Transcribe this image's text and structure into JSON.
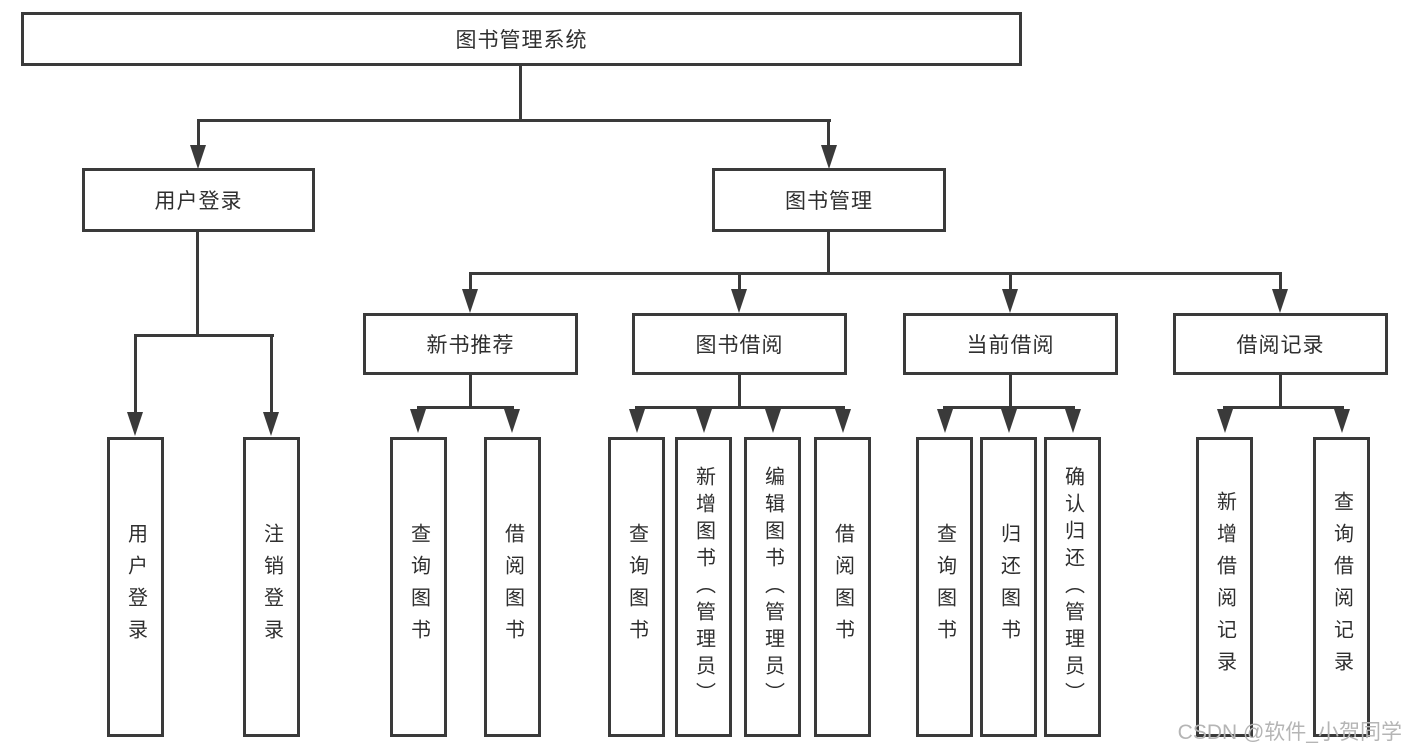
{
  "colors": {
    "line": "#3a3a3a",
    "box_border": "#3a3a3a",
    "text": "#2f2f2f",
    "background": "#ffffff",
    "watermark": "#b5b5b5"
  },
  "watermark": {
    "text": "CSDN @软件_小贺同学"
  },
  "tree": {
    "root": {
      "label": "图书管理系统"
    },
    "children": [
      {
        "label": "用户登录",
        "children": [
          {
            "label": "用户登录"
          },
          {
            "label": "注销登录"
          }
        ]
      },
      {
        "label": "图书管理",
        "children": [
          {
            "label": "新书推荐",
            "children": [
              {
                "label": "查询图书"
              },
              {
                "label": "借阅图书"
              }
            ]
          },
          {
            "label": "图书借阅",
            "children": [
              {
                "label": "查询图书"
              },
              {
                "label": "新增图书（管理员）"
              },
              {
                "label": "编辑图书（管理员）"
              },
              {
                "label": "借阅图书"
              }
            ]
          },
          {
            "label": "当前借阅",
            "children": [
              {
                "label": "查询图书"
              },
              {
                "label": "归还图书"
              },
              {
                "label": "确认归还（管理员）"
              }
            ]
          },
          {
            "label": "借阅记录",
            "children": [
              {
                "label": "新增借阅记录"
              },
              {
                "label": "查询借阅记录"
              }
            ]
          }
        ]
      }
    ]
  }
}
